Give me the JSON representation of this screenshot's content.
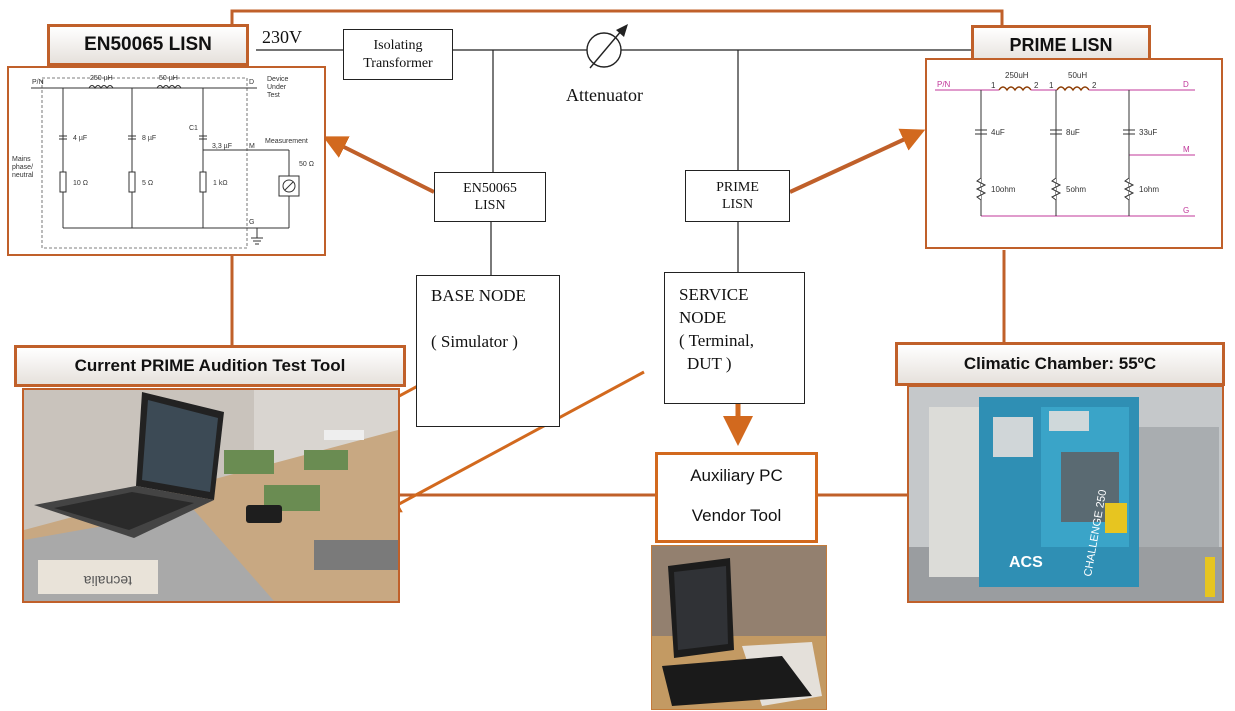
{
  "supply_voltage": "230V",
  "isolating_transformer": {
    "line1": "Isolating",
    "line2": "Transformer"
  },
  "attenuator": "Attenuator",
  "en_lisn_box": {
    "line1": "EN50065",
    "line2": "LISN"
  },
  "prime_lisn_box": {
    "line1": "PRIME",
    "line2": "LISN"
  },
  "base_node": {
    "line1": "BASE NODE",
    "line2": "( Simulator )"
  },
  "service_node": {
    "line1": "SERVICE",
    "line2": "NODE",
    "line3": "( Terminal,",
    "line4": "DUT )"
  },
  "tags": {
    "en50065_lisn": "EN50065 LISN",
    "prime_lisn": "PRIME LISN",
    "audition_tool": "Current PRIME Audition  Test Tool",
    "climatic_chamber": "Climatic Chamber: 55ºC"
  },
  "auxiliary_pc": {
    "line1": "Auxiliary PC",
    "line2": "Vendor Tool"
  },
  "en_schematic": {
    "pn": "P/N",
    "mains_1": "Mains",
    "mains_2": "phase/",
    "mains_3": "neutral",
    "l1": "250 µH",
    "l2": "50 µH",
    "c1_val": "4 µF",
    "c2_val": "8 µF",
    "c1_name": "C1",
    "c3_val": "3,3 µF",
    "r1": "10 Ω",
    "r2": "5 Ω",
    "r3": "1 kΩ",
    "d": "D",
    "dut_1": "Device",
    "dut_2": "Under",
    "dut_3": "Test",
    "m": "M",
    "measurement": "Measurement",
    "r50": "50 Ω",
    "g": "G"
  },
  "prime_schematic": {
    "pn": "P/N",
    "l1": "250uH",
    "l2": "50uH",
    "pin1a": "1",
    "pin2a": "2",
    "pin1b": "1",
    "pin2b": "2",
    "c1": "4uF",
    "c2": "8uF",
    "c3": "33uF",
    "r1": "10ohm",
    "r2": "5ohm",
    "r3": "1ohm",
    "d": "D",
    "m": "M",
    "g": "G"
  },
  "laptop_sticker": "tecnalia",
  "chamber_brand": "ACS",
  "chamber_model": "CHALLENGE 250",
  "colors": {
    "accent": "#c0602a",
    "arrow": "#d2691e",
    "wire": "#222222",
    "schematic_pink": "#c0379a"
  }
}
